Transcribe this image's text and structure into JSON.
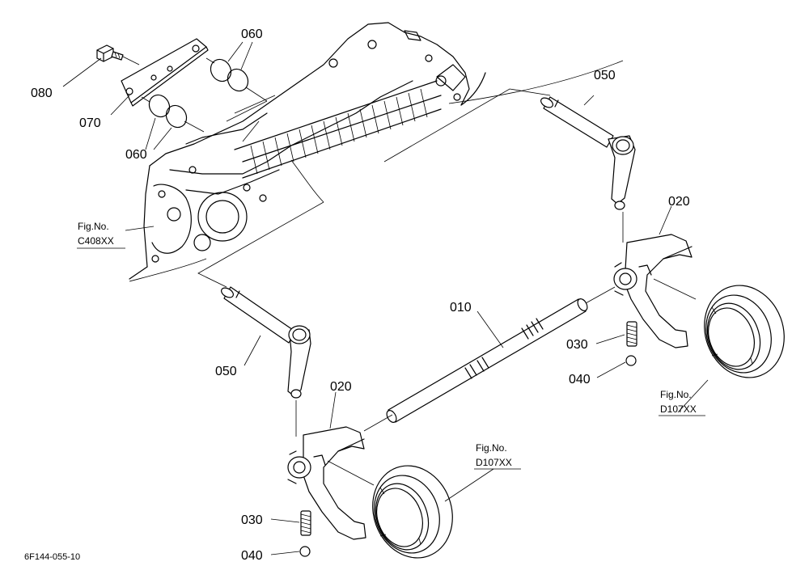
{
  "parts": {
    "p010": "010",
    "p020": "020",
    "p030": "030",
    "p040": "040",
    "p050": "050",
    "p060": "060",
    "p070": "070",
    "p080": "080"
  },
  "fig_refs": {
    "housing": {
      "line1": "Fig.No.",
      "line2": "C408XX"
    },
    "coupler_right": {
      "line1": "Fig.No.",
      "line2": "D107XX"
    },
    "coupler_left": {
      "line1": "Fig.No.",
      "line2": "D107XX"
    }
  },
  "drawing_code": "6F144-055-10"
}
